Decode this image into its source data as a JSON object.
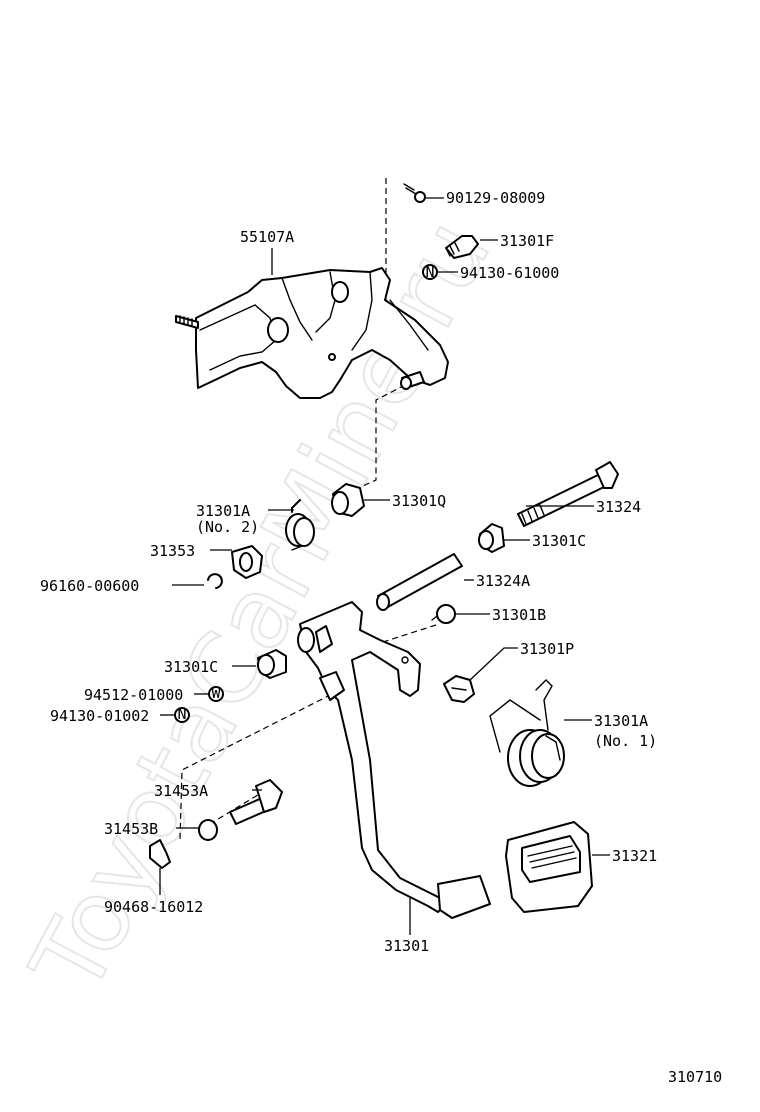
{
  "watermark": "ToyotaCarMine.ru",
  "diagram_code": "310710",
  "labels": {
    "p90129": "90129-08009",
    "p55107A": "55107A",
    "p31301F": "31301F",
    "p94130_61000": "94130-61000",
    "p31301A_1": "31301A",
    "p31301A_1b": "(No. 2)",
    "p31301Q": "31301Q",
    "p31324": "31324",
    "p31353": "31353",
    "p31301C_r": "31301C",
    "p96160": "96160-00600",
    "p31324A": "31324A",
    "p31301B": "31301B",
    "p31301C_l": "31301C",
    "p31301P": "31301P",
    "p94512": "94512-01000",
    "p94130_01002": "94130-01002",
    "p31301A_2": "31301A",
    "p31301A_2b": "(No. 1)",
    "p31453A": "31453A",
    "p31453B": "31453B",
    "p31321": "31321",
    "p90468": "90468-16012",
    "p31301": "31301"
  },
  "symbols": {
    "n": "N",
    "w": "W"
  }
}
